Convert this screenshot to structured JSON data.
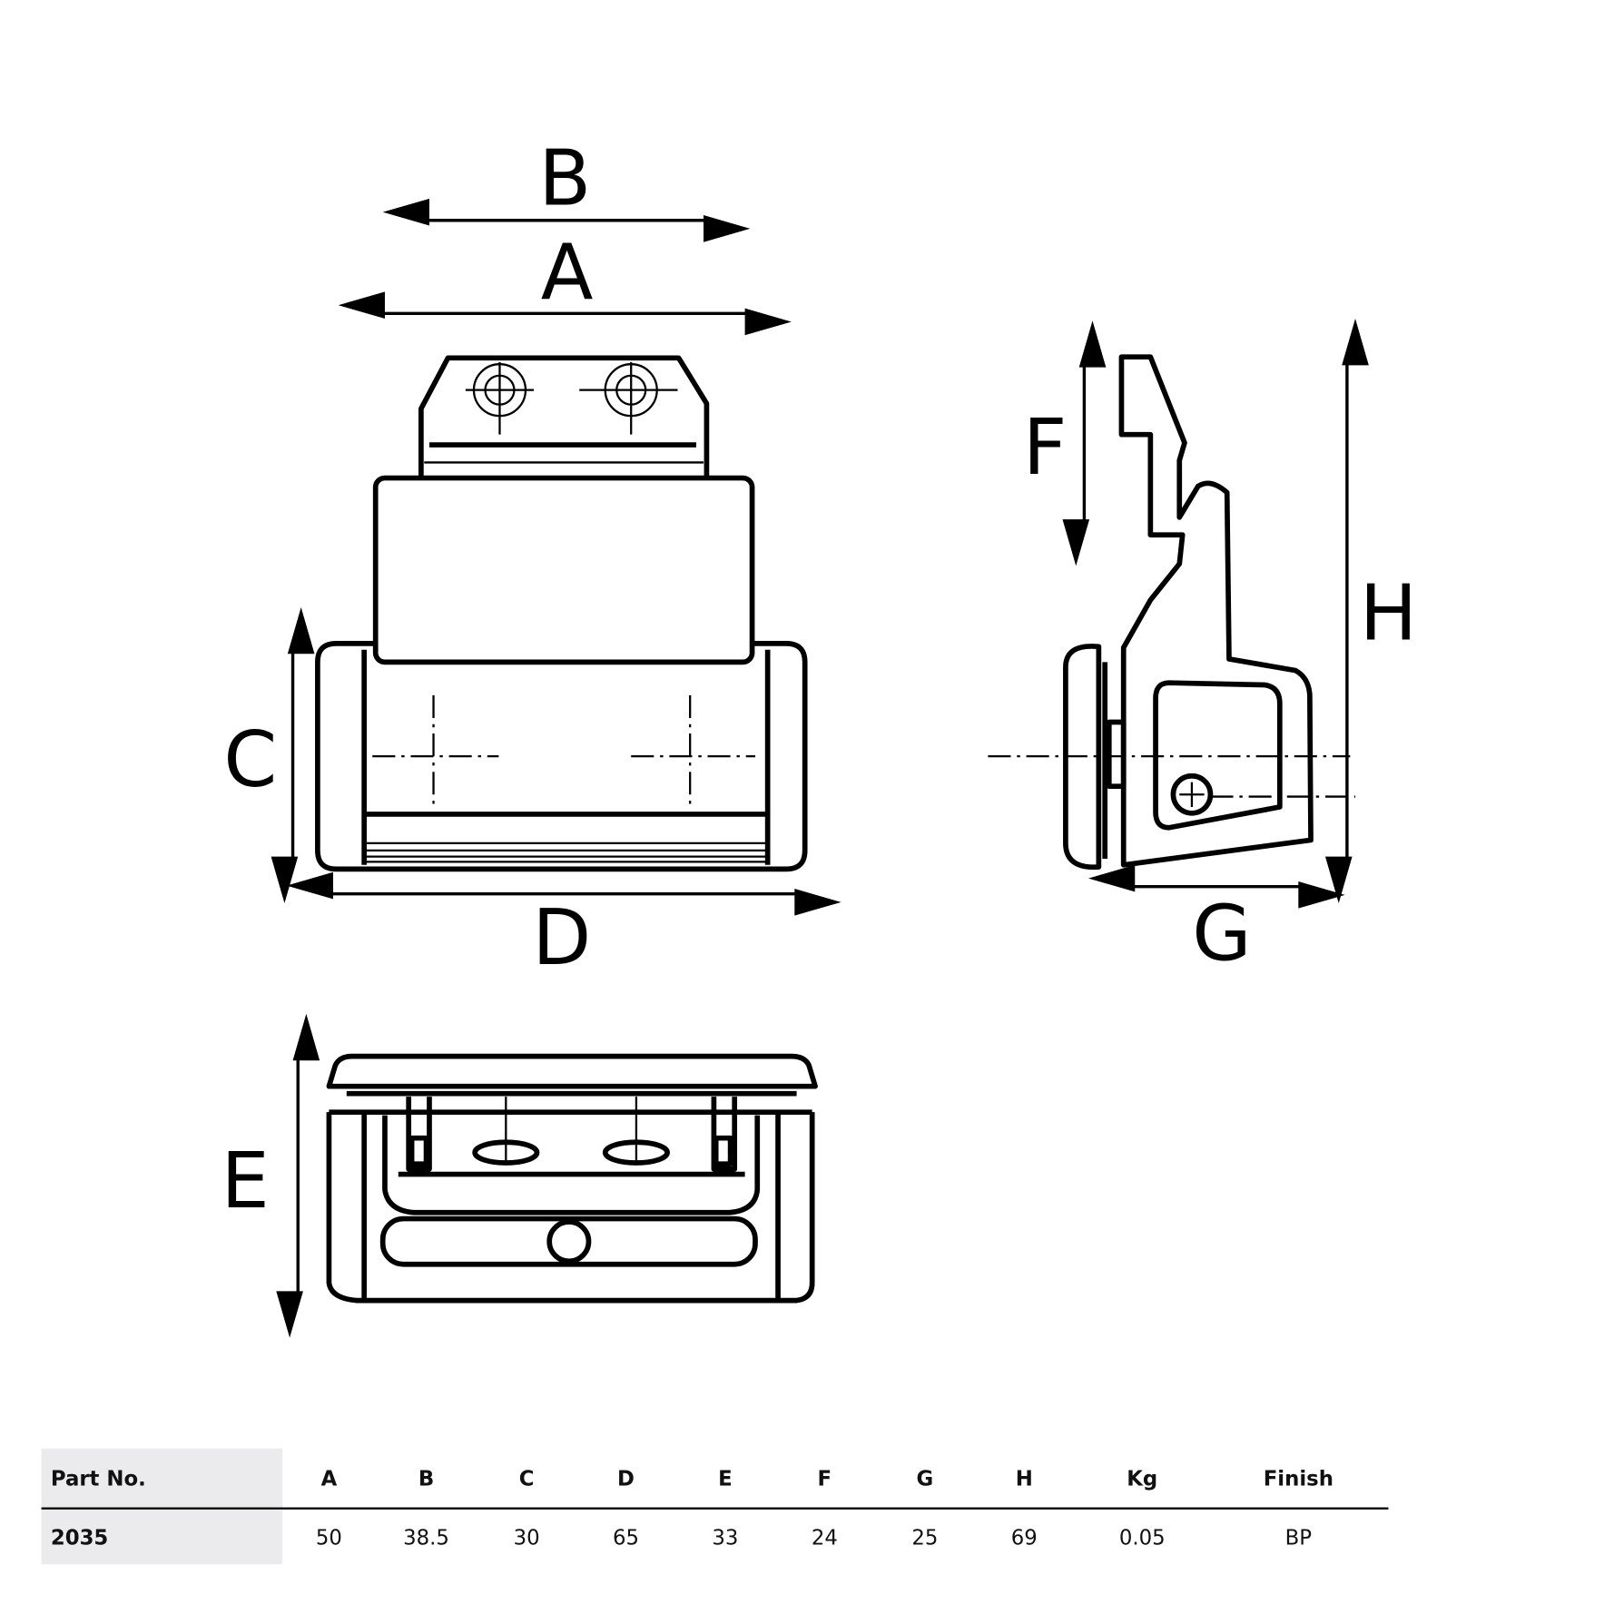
{
  "drawing": {
    "dimension_labels": {
      "A": "A",
      "B": "B",
      "C": "C",
      "D": "D",
      "E": "E",
      "F": "F",
      "G": "G",
      "H": "H"
    }
  },
  "table": {
    "headers": [
      "Part No.",
      "A",
      "B",
      "C",
      "D",
      "E",
      "F",
      "G",
      "H",
      "Kg",
      "Finish"
    ],
    "rows": [
      [
        "2035",
        "50",
        "38.5",
        "30",
        "65",
        "33",
        "24",
        "25",
        "69",
        "0.05",
        "BP"
      ]
    ]
  }
}
